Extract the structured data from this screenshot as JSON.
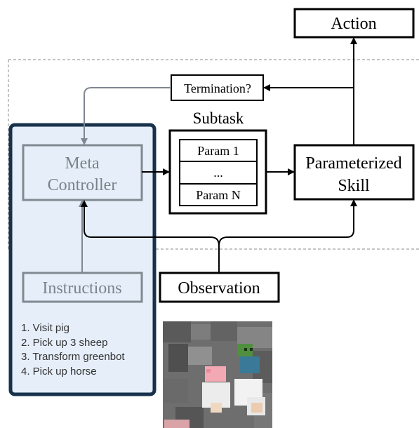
{
  "nodes": {
    "action": "Action",
    "termination": "Termination?",
    "subtask_title": "Subtask",
    "param_1": "Param 1",
    "param_ellipsis": "...",
    "param_n": "Param N",
    "meta_line1": "Meta",
    "meta_line2": "Controller",
    "skill_line1": "Parameterized",
    "skill_line2": "Skill",
    "instructions": "Instructions",
    "observation": "Observation"
  },
  "instruction_list": [
    "1. Visit pig",
    "2. Pick up 3 sheep",
    "3. Transform greenbot",
    "4. Pick up horse"
  ],
  "colors": {
    "panel_fill": "#e6eef9",
    "panel_border": "#17324a",
    "gray_box": "#808890",
    "black": "#000000"
  },
  "icons": {
    "observation_image": "minecraft-scene-image"
  }
}
